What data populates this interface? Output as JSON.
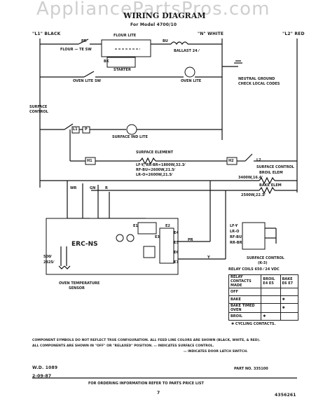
{
  "watermark": "AppliancePartsPros.com",
  "title": "WIRING DIAGRAM",
  "subtitle": "For Model 4700/10",
  "lines": {
    "l1": "\"L1\" BLACK",
    "n": "\"N\" WHITE",
    "l2": "\"L2\" RED"
  },
  "labels": {
    "pr": "PR",
    "flour_lite": "FLOUR LITE",
    "bu": "BU",
    "flour_sw": "FLOUR — TE SW",
    "ballast": "BALLAST 24 ⁄",
    "starter": "STARTER",
    "bk": "BK",
    "oven_lite_sw": "OVEN LITE SW",
    "oven_lite": "OVEN LITE",
    "neutral_ground": "NEUTRAL GROUND",
    "check_codes": "CHECK LOCAL CODES",
    "surface_control": "SURFACE",
    "surface_control2": "CONTROL",
    "l1_box": "L1",
    "p_box": "P",
    "surface_ind_lite": "SURFACE IND LITE",
    "surface_element": "SURFACE ELEMENT",
    "elem_line1": "LF-Y, RR-BR=1800W,32.3⁄",
    "elem_line2": "RF-BU=2600W,21.5⁄",
    "elem_line3": "LR-O=2600W,21.5⁄",
    "h1": "H1",
    "h2": "H2",
    "l2_box": "L2",
    "surface_control_r": "SURFACE CONTROL",
    "broil_elem": "BROIL ELEM",
    "broil_val": "3400W,16.4⁄",
    "bake_elem": "BAKE ELEM",
    "bake_val": "2500W,22.3⁄",
    "erc": "ERC-NS",
    "e1": "E1",
    "e2": "E2",
    "e3": "E3",
    "e4": "E4",
    "e5": "E5",
    "e6": "E6",
    "e7": "E7",
    "wr": "WR",
    "gn": "GN",
    "r": "R",
    "pr2": "PR",
    "y": "Y",
    "sensor_val1": "500⁄",
    "sensor_val2": "2825⁄",
    "sensor1": "OVEN TEMPERATURE",
    "sensor2": "SENSOR",
    "lf_y": "LF-Y",
    "lr_o": "LR-O",
    "rf_bu": "RF-BU",
    "rr_br": "RR-BR",
    "surface_control_k": "SURFACE CONTROL",
    "k3": "(K-3)",
    "relay_coils": "RELAY COILS 650 ⁄  24 VDC"
  },
  "relay_table": {
    "header": [
      "RELAY CONTACTS MADE",
      "BROIL E4 E5",
      "BAKE E6 E7"
    ],
    "rows": [
      [
        "OFF",
        "",
        ""
      ],
      [
        "BAKE",
        "",
        "✱"
      ],
      [
        "BAKE TIMED OVEN",
        "",
        "✱"
      ],
      [
        "BROIL",
        "✱",
        ""
      ]
    ]
  },
  "cycling_note": "✱ CYCLING CONTACTS.",
  "footnote1": "COMPONENT SYMBOLS DO NOT REFLECT TRUE CONFIGURATION. ALL FEED LINE COLORS ARE SHOWN (BLACK, WHITE, & RED).",
  "footnote2": "ALL COMPONENTS ARE SHOWN IN \"OFF\" OR \"RELAXED\" POSITION.  ▭ INDICATES SURFACE CONTROL.",
  "footnote3": "▭ INDICATES DOOR LATCH SWITCH.",
  "wd": "W.D. 1089",
  "date": "2-09-87",
  "part_no": "PART NO. 335100",
  "ordering": "FOR ORDERING INFORMATION REFER TO PARTS PRICE LIST",
  "page": "7",
  "docnum": "4356261"
}
